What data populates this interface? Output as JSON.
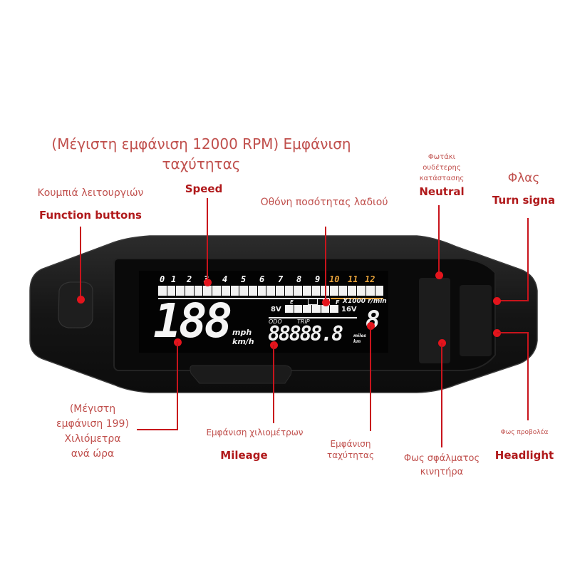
{
  "annotations": {
    "title_line1": "(Μέγιστη εμφάνιση 12000 RPM) Εμφάνιση",
    "title_line2": "ταχύτητας",
    "function_buttons_gr": "Κουμπιά λειτουργιών",
    "function_buttons_en": "Function buttons",
    "speed_en": "Speed",
    "oil_gr": "Οθόνη ποσότητας λαδιού",
    "neutral_gr_1": "Φωτάκι",
    "neutral_gr_2": "ουδέτερης",
    "neutral_gr_3": "κατάστασης",
    "neutral_en": "Neutral",
    "turn_gr": "Φλας",
    "turn_en": "Turn signa",
    "max_speed_1": "(Μέγιστη",
    "max_speed_2": "εμφάνιση 199)",
    "max_speed_3": "Χιλιόμετρα",
    "max_speed_4": "ανά ώρα",
    "mileage_gr": "Εμφάνιση χιλιομέτρων",
    "mileage_en": "Mileage",
    "gear_gr_1": "Εμφάνιση",
    "gear_gr_2": "ταχύτητας",
    "engine_fault_1": "Φως σφάλματος",
    "engine_fault_2": "κινητήρα",
    "headlight_gr": "Φως προβολέα",
    "headlight_en": "Headlight"
  },
  "lcd": {
    "rpm_ticks": [
      "0",
      "1",
      "2",
      "3",
      "4",
      "5",
      "6",
      "7",
      "8",
      "9",
      "10",
      "11",
      "12"
    ],
    "rpm_unit": "X1000 r/min",
    "speed_digits": "188",
    "speed_unit_mph": "mph",
    "speed_unit_kmh": "km/h",
    "fuel_e": "E",
    "fuel_f": "F",
    "volt_min": "8V",
    "volt_max": "16V",
    "odo_label": "ODO",
    "trip_label": "TRIP",
    "odo_digits": "88888.8",
    "odo_unit_miles": "miles",
    "odo_unit_km": "km",
    "gear_digit": "8"
  },
  "colors": {
    "annotation_text": "#c0504d",
    "annotation_bold": "#b0191b",
    "leader_line": "#c8141c",
    "rpm_redzone": "#e7a23a",
    "device_body": "#1a1a1a",
    "lcd_segment": "#f2f2f2"
  }
}
